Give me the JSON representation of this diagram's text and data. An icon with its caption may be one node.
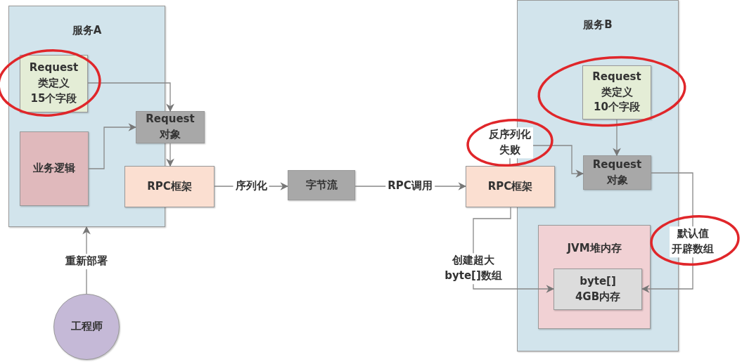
{
  "diagram": {
    "nodes": [
      {
        "text": [
          "服务A"
        ]
      },
      {
        "text": [
          "Request 类定义 15个字段"
        ],
        "in": 0
      },
      {
        "text": [
          "业务逻辑"
        ],
        "in": 0
      },
      {
        "text": [
          "Request 对象"
        ]
      },
      {
        "text": [
          "RPC框架"
        ]
      },
      {
        "text": [
          "字节流"
        ]
      },
      {
        "text": [
          "服务B"
        ]
      },
      {
        "text": [
          "Request 类定义 10个字段"
        ],
        "in": 6
      },
      {
        "text": [
          "Request 对象"
        ],
        "in": 6
      },
      {
        "text": [
          "RPC框架"
        ]
      },
      {
        "text": [
          "JVM堆内存"
        ],
        "in": 6
      },
      {
        "text": [
          "byte[] 4GB内存"
        ],
        "in": 10
      },
      {
        "text": [
          "工程师"
        ]
      }
    ],
    "edges": [
      {
        "from": 1,
        "to": 3,
        "arrow": "to"
      },
      {
        "from": 2,
        "to": 3,
        "arrow": "to"
      },
      {
        "from": 3,
        "to": 4,
        "arrow": "to"
      },
      {
        "from": 4,
        "to": 5,
        "arrow": "to",
        "label": "序列化"
      },
      {
        "from": 5,
        "to": 9,
        "arrow": "to",
        "label": "RPC调用"
      },
      {
        "from": 12,
        "to": 0,
        "arrow": "to",
        "label": "重新部署"
      },
      {
        "from": 7,
        "to": 8,
        "arrow": "to"
      },
      {
        "from": 9,
        "to": 8,
        "arrow": "to",
        "label": "反序列化失败"
      },
      {
        "from": 9,
        "to": 11,
        "arrow": "to",
        "label": "创建超大byte[]数组"
      },
      {
        "from": 8,
        "to": 11,
        "arrow": "to",
        "label": "默认值开辟数组"
      }
    ]
  }
}
